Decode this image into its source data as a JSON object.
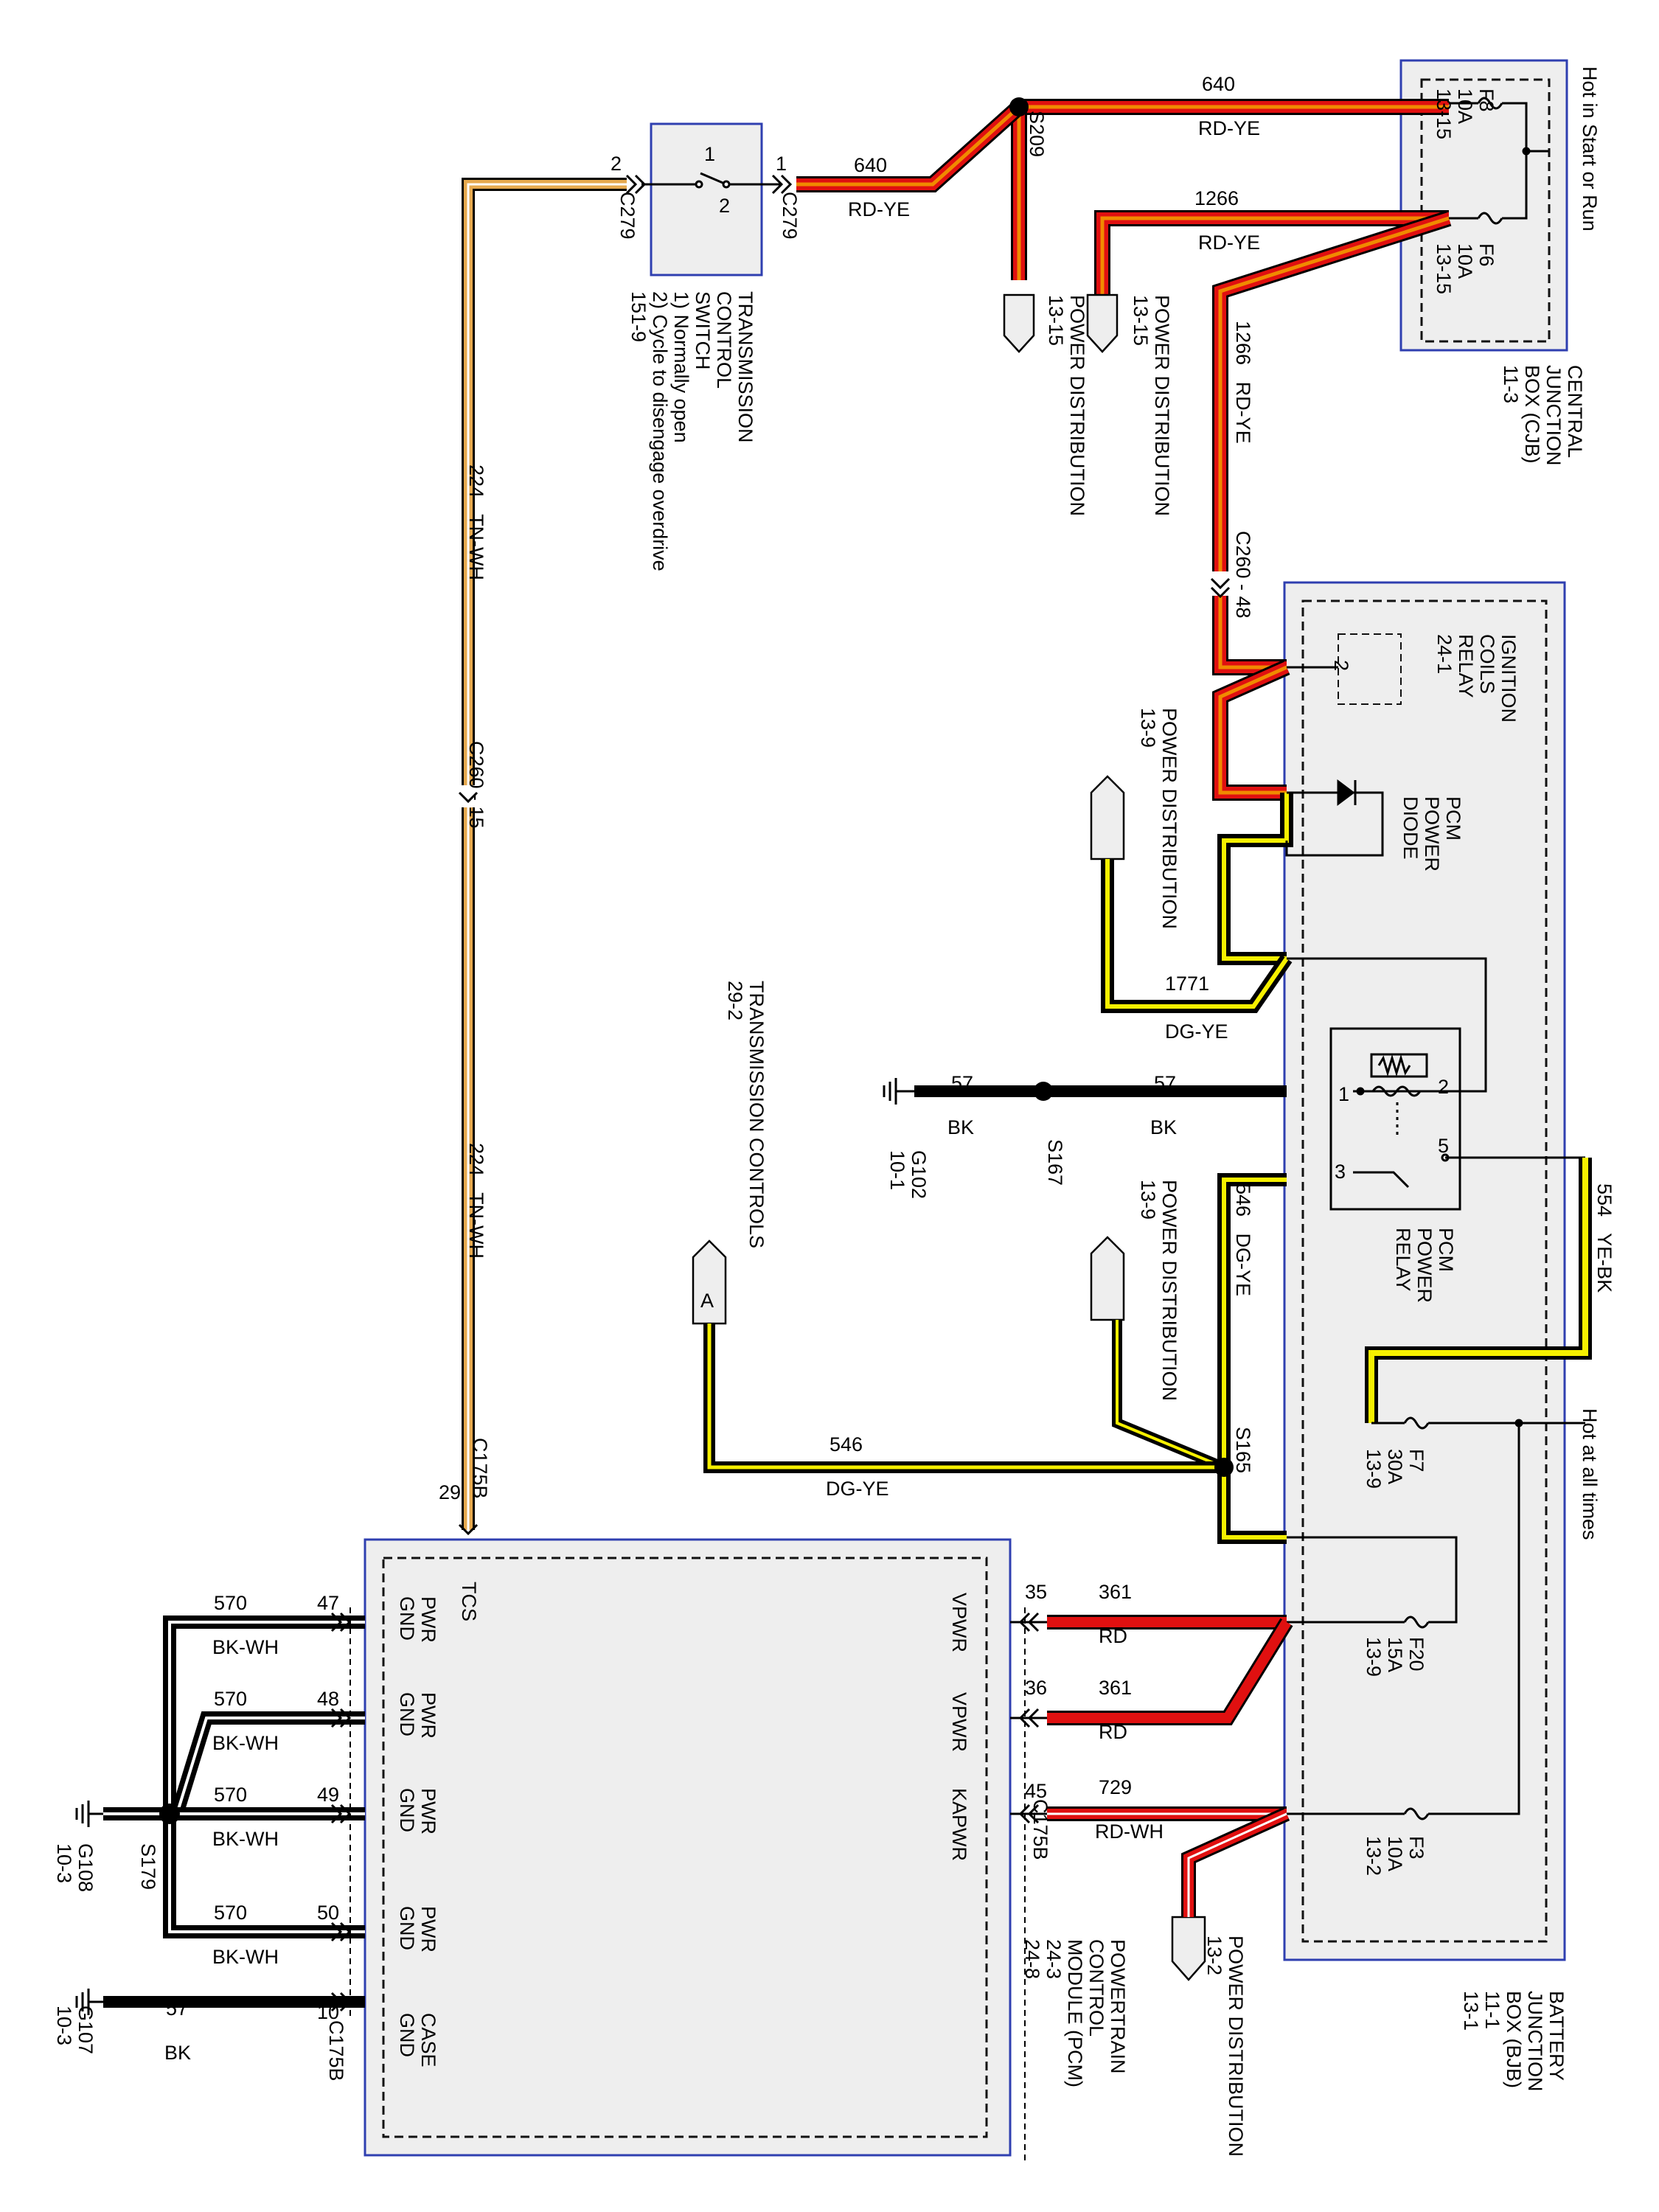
{
  "modules": {
    "cjb": {
      "title": "CENTRAL\nJUNCTION\nBOX (CJB)\n11-3",
      "hot_note": "Hot in Start or Run"
    },
    "bjb": {
      "title": "BATTERY\nJUNCTION\nBOX (BJB)\n11-1\n13-1",
      "hot_note": "Hot at all times"
    },
    "pcm": {
      "title": "POWERTRAIN\nCONTROL\nMODULE (PCM)\n24-3\n24-8"
    },
    "switch": {
      "title": "TRANSMISSION\nCONTROL\nSWITCH\n1) Normally open\n2) Cycle to disengage overdrive\n151-9",
      "pin1": "1",
      "pin2": "2"
    }
  },
  "fuses": {
    "f8": "F8\n10A\n13-15",
    "f6": "F6\n10A\n13-15",
    "f7": "F7\n30A\n13-9",
    "f20": "F20\n15A\n13-9",
    "f3": "F3\n10A\n13-2"
  },
  "components": {
    "ign_relay": "IGNITION\nCOILS\nRELAY\n24-1",
    "ign_relay_pin": "2",
    "pcm_diode": "PCM\nPOWER\nDIODE",
    "pcm_relay": "PCM\nPOWER\nRELAY",
    "relay_pins": {
      "p1": "1",
      "p2": "2",
      "p3": "3",
      "p5": "5"
    }
  },
  "power_refs": {
    "pd1": "POWER DISTRIBUTION\n13-15",
    "pd2": "POWER DISTRIBUTION\n13-15",
    "pd3": "POWER DISTRIBUTION\n13-9",
    "pd4": "POWER DISTRIBUTION\n13-9",
    "pd5": "POWER DISTRIBUTION\n13-2",
    "tc": "TRANSMISSION CONTROLS\n29-2",
    "tc_letter": "A"
  },
  "wires": {
    "w640_top": {
      "num": "640",
      "color": "RD-YE"
    },
    "w640_sw": {
      "num": "640",
      "color": "RD-YE"
    },
    "w1266": {
      "num": "1266",
      "color": "RD-YE"
    },
    "w1266_v": "1266   RD-YE",
    "w224_a": "224   TN-WH",
    "w224_b": "224   TN-WH",
    "w1771": {
      "num": "1771",
      "color": "DG-YE"
    },
    "w57_a": {
      "num": "57",
      "color": "BK"
    },
    "w57_b": {
      "num": "57",
      "color": "BK"
    },
    "w546_v": "546   DG-YE",
    "w546_h": {
      "num": "546",
      "color": "DG-YE"
    },
    "w554": "554   YE-BK",
    "w361_a": {
      "num": "361",
      "color": "RD"
    },
    "w361_b": {
      "num": "361",
      "color": "RD"
    },
    "w729": {
      "num": "729",
      "color": "RD-WH"
    },
    "w570_47": {
      "num": "570",
      "color": "BK-WH"
    },
    "w570_48": {
      "num": "570",
      "color": "BK-WH"
    },
    "w570_49": {
      "num": "570",
      "color": "BK-WH"
    },
    "w570_50": {
      "num": "570",
      "color": "BK-WH"
    },
    "w57_case": {
      "num": "57",
      "color": "BK"
    }
  },
  "connectors": {
    "s209": "S209",
    "s167": "S167",
    "s165": "S165",
    "s179": "S179",
    "c279_l": "C279",
    "c279_r": "C279",
    "c279_pin_l": "2",
    "c279_pin_r": "1",
    "c260_48": "C260 - 48",
    "c260_15": "C260 - 15",
    "c175b_tcs": "C175B",
    "c175b_tcs_pin": "29",
    "c175b_45": "C175B",
    "c175b_10": "C175B",
    "g102": "G102\n10-1",
    "g108": "G108\n10-3",
    "g107": "G107\n10-3"
  },
  "pcm_pins": {
    "tcs": "TCS",
    "vpwr1": "VPWR",
    "vpwr1_pin": "35",
    "vpwr2": "VPWR",
    "vpwr2_pin": "36",
    "kapwr": "KAPWR",
    "kapwr_pin": "45",
    "gnd47": "PWR\nGND",
    "gnd47_pin": "47",
    "gnd48": "PWR\nGND",
    "gnd48_pin": "48",
    "gnd49": "PWR\nGND",
    "gnd49_pin": "49",
    "gnd50": "PWR\nGND",
    "gnd50_pin": "50",
    "case": "CASE\nGND",
    "case_pin": "10"
  },
  "colors": {
    "box_border": "#2f3fb0",
    "box_fill": "#eeeeee",
    "red": "#e01010",
    "orange": "#f08a00",
    "yellow": "#f6f000",
    "tan": "#e6a94e",
    "black": "#000000"
  }
}
